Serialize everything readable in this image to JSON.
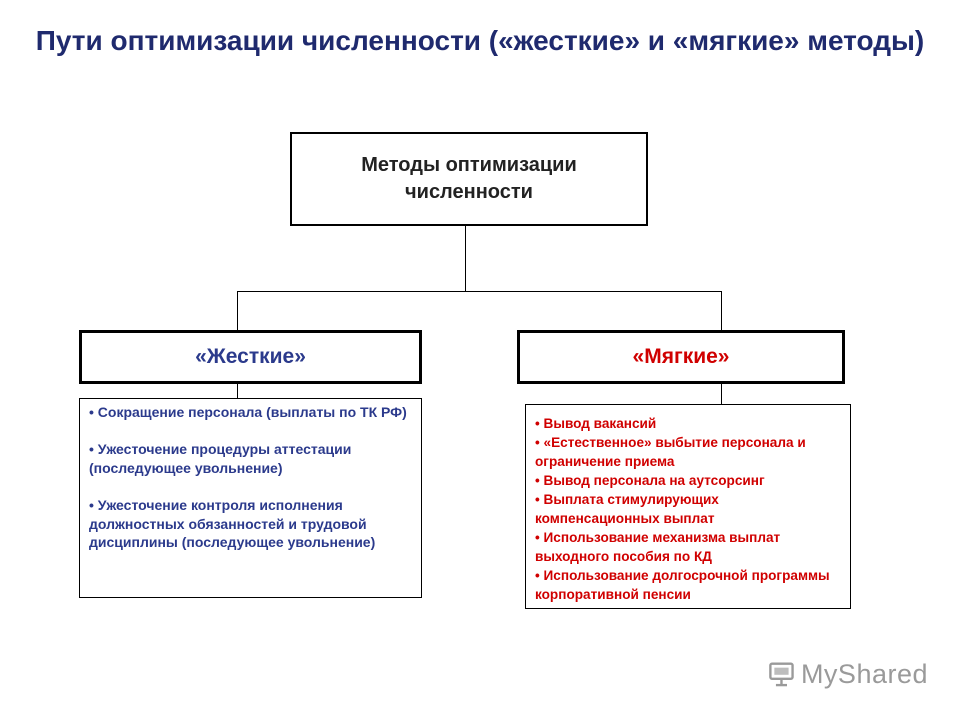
{
  "title": "Пути оптимизации численности («жесткие» и «мягкие» методы)",
  "root": {
    "line1": "Методы оптимизации",
    "line2": "численности"
  },
  "categories": {
    "hard": "«Жесткие»",
    "soft": "«Мягкие»"
  },
  "hard_items": [
    "• Сокращение персонала (выплаты по ТК РФ)",
    "• Ужесточение процедуры аттестации (последующее увольнение)",
    "• Ужесточение контроля исполнения должностных обязанностей и трудовой дисциплины (последующее увольнение)"
  ],
  "soft_items": [
    "• Вывод вакансий",
    "• «Естественное» выбытие персонала и ограничение приема",
    "• Вывод персонала на аутсорсинг",
    "• Выплата стимулирующих компенсационных выплат",
    "• Использование механизма выплат выходного пособия по КД",
    "• Использование долгосрочной программы корпоративной пенсии"
  ],
  "logo": {
    "text": "MyShared",
    "icon": "projector-screen-icon"
  },
  "colors": {
    "title": "#1f2a6e",
    "hard": "#2b3a8c",
    "soft": "#d00000",
    "logo": "#9a9a9a"
  }
}
